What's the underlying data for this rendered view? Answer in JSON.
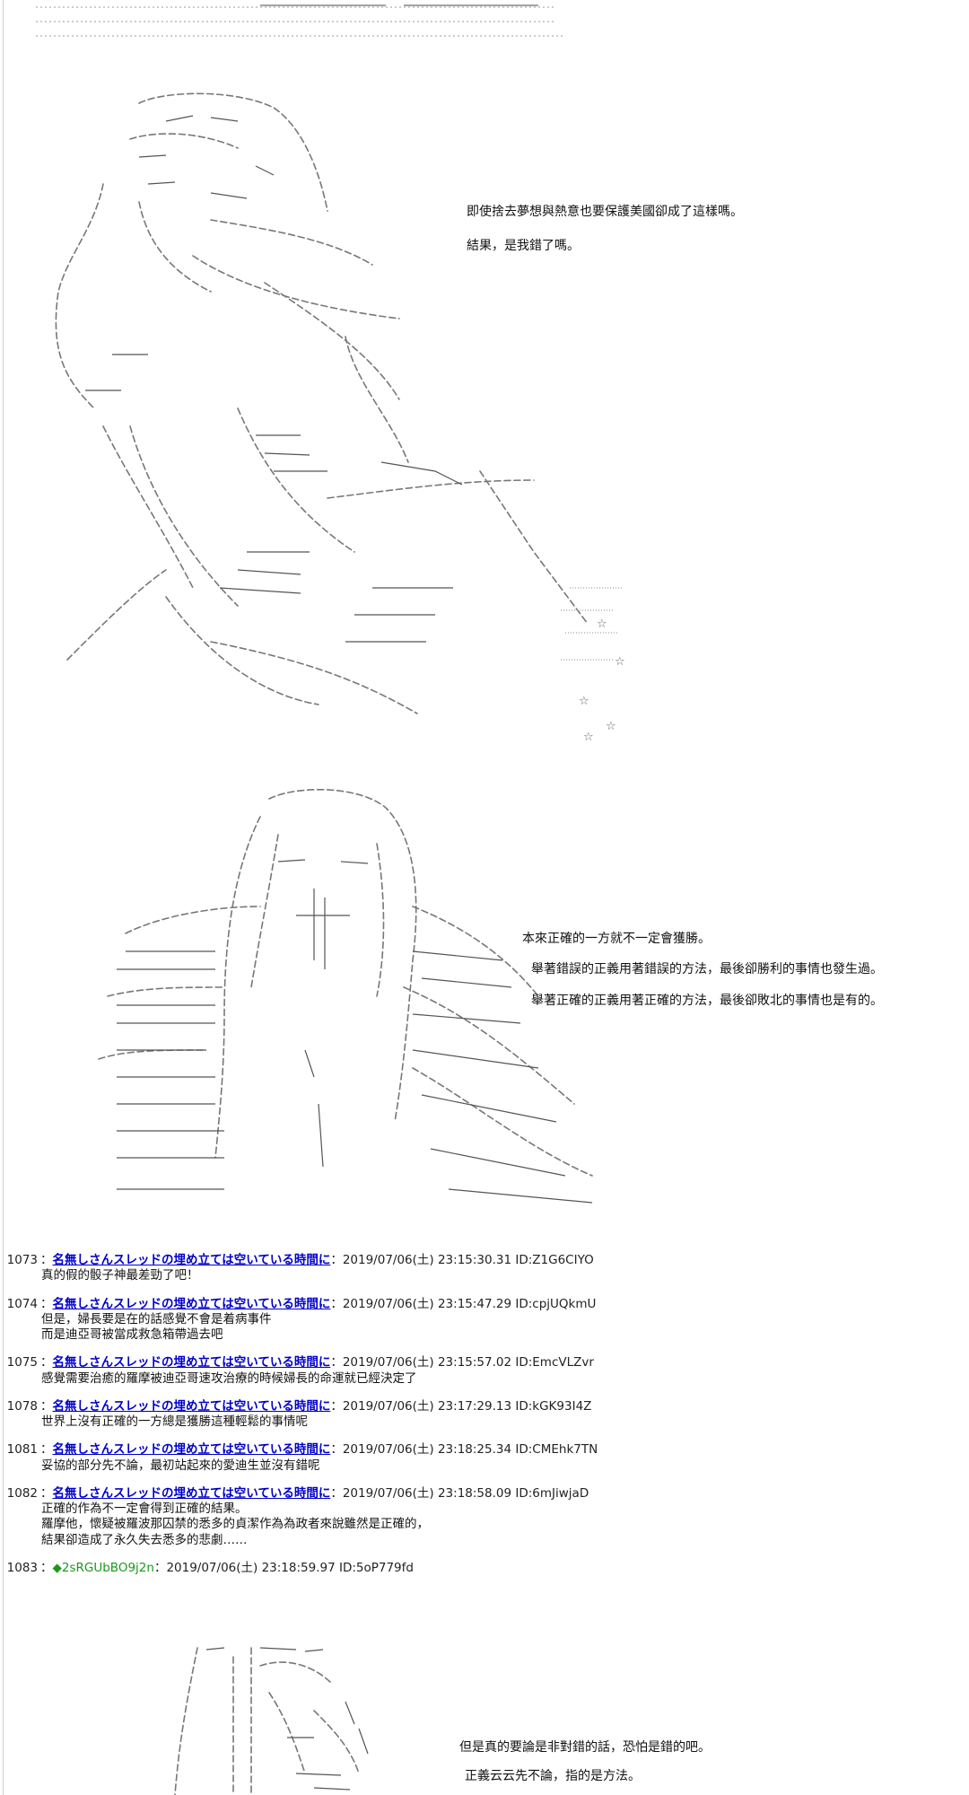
{
  "panels": [
    {
      "art": "ascii-art-gripping-figure",
      "lines": [
        "即使捨去夢想與熱意也要保護美國卻成了這樣嗎。",
        "結果，是我錯了嗎。"
      ]
    },
    {
      "art": "ascii-art-long-haired-figure",
      "lines": [
        "本來正確的一方就不一定會獲勝。",
        "舉著錯誤的正義用著錯誤的方法，最後卻勝利的事情也發生過。",
        "舉著正確的正義用著正確的方法，最後卻敗北的事情也是有的。"
      ]
    },
    {
      "art": "ascii-art-figure-at-doorway",
      "lines": [
        "但是真的要論是非對錯的話，恐怕是錯的吧。",
        "正義云云先不論，指的是方法。"
      ]
    }
  ],
  "posts": [
    {
      "num": "1073",
      "sep": "：",
      "name": "名無しさんスレッドの埋め立ては空いている時間に",
      "colon": "：",
      "meta": "2019/07/06(土) 23:15:30.31 ID:Z1G6CIYO",
      "body": "真的假的骰子神最差勁了吧！"
    },
    {
      "num": "1074",
      "sep": "：",
      "name": "名無しさんスレッドの埋め立ては空いている時間に",
      "colon": "：",
      "meta": "2019/07/06(土) 23:15:47.29 ID:cpjUQkmU",
      "body": "但是，婦長要是在的話感覺不會是着病事件\n而是迪亞哥被當成救急箱帶過去吧"
    },
    {
      "num": "1075",
      "sep": "：",
      "name": "名無しさんスレッドの埋め立ては空いている時間に",
      "colon": "：",
      "meta": "2019/07/06(土) 23:15:57.02 ID:EmcVLZvr",
      "body": "感覺需要治癒的羅摩被迪亞哥速攻治療的時候婦長的命運就已經決定了"
    },
    {
      "num": "1078",
      "sep": "：",
      "name": "名無しさんスレッドの埋め立ては空いている時間に",
      "colon": "：",
      "meta": "2019/07/06(土) 23:17:29.13 ID:kGK93I4Z",
      "body": "世界上沒有正確的一方總是獲勝這種輕鬆的事情呢"
    },
    {
      "num": "1081",
      "sep": "：",
      "name": "名無しさんスレッドの埋め立ては空いている時間に",
      "colon": "：",
      "meta": "2019/07/06(土) 23:18:25.34 ID:CMEhk7TN",
      "body": "妥協的部分先不論，最初站起來的愛迪生並沒有錯呢"
    },
    {
      "num": "1082",
      "sep": "：",
      "name": "名無しさんスレッドの埋め立ては空いている時間に",
      "colon": "：",
      "meta": "2019/07/06(土) 23:18:58.09 ID:6mJiwjaD",
      "body": "正確的作為不一定會得到正確的結果。\n羅摩他，懷疑被羅波那囚禁的悉多的貞潔作為為政者來說雖然是正確的，\n結果卻造成了永久失去悉多的悲劇……"
    },
    {
      "num": "1083",
      "sep": "：",
      "trip": "◆2sRGUbBO9j2n",
      "colon": "：",
      "meta": "2019/07/06(土) 23:18:59.97 ID:5oP779fd",
      "body": ""
    }
  ]
}
